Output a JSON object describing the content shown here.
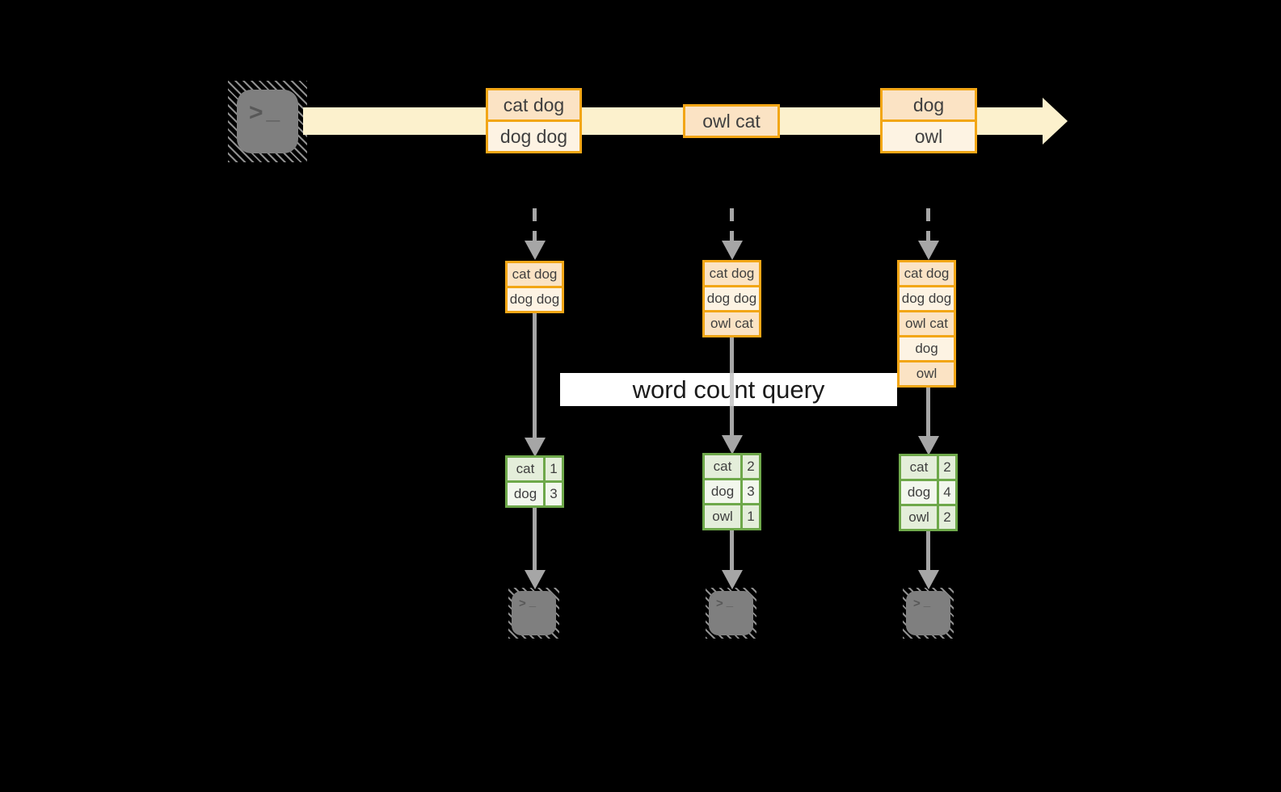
{
  "diagram": {
    "query_label": "word count query",
    "terminal": {
      "prompt": ">",
      "cursor": "_"
    },
    "stream_events": [
      {
        "lines": [
          "cat dog",
          "dog dog"
        ]
      },
      {
        "lines": [
          "owl cat"
        ]
      },
      {
        "lines": [
          "dog",
          "owl"
        ]
      }
    ],
    "batches": [
      {
        "rows": [
          "cat dog",
          "dog dog"
        ]
      },
      {
        "rows": [
          "cat dog",
          "dog dog",
          "owl cat"
        ]
      },
      {
        "rows": [
          "cat dog",
          "dog dog",
          "owl cat",
          "dog",
          "owl"
        ]
      }
    ],
    "count_tables": [
      {
        "rows": [
          {
            "word": "cat",
            "count": "1"
          },
          {
            "word": "dog",
            "count": "3"
          }
        ]
      },
      {
        "rows": [
          {
            "word": "cat",
            "count": "2"
          },
          {
            "word": "dog",
            "count": "3"
          },
          {
            "word": "owl",
            "count": "1"
          }
        ]
      },
      {
        "rows": [
          {
            "word": "cat",
            "count": "2"
          },
          {
            "word": "dog",
            "count": "4"
          },
          {
            "word": "owl",
            "count": "2"
          }
        ]
      }
    ],
    "colors": {
      "stream_band": "#FCF1CD",
      "box_border_gold": "#F2A616",
      "box_fill_peach": "#FBE3C4",
      "box_fill_cream": "#FDF3E3",
      "table_border_green": "#6EA84A",
      "table_cell_light": "#E4EEDA",
      "table_cell_lighter": "#F2F7ED",
      "arrow_gray": "#A6A6A6",
      "terminal_gray": "#7F7F7F",
      "banner_white": "#FFFFFF"
    }
  }
}
